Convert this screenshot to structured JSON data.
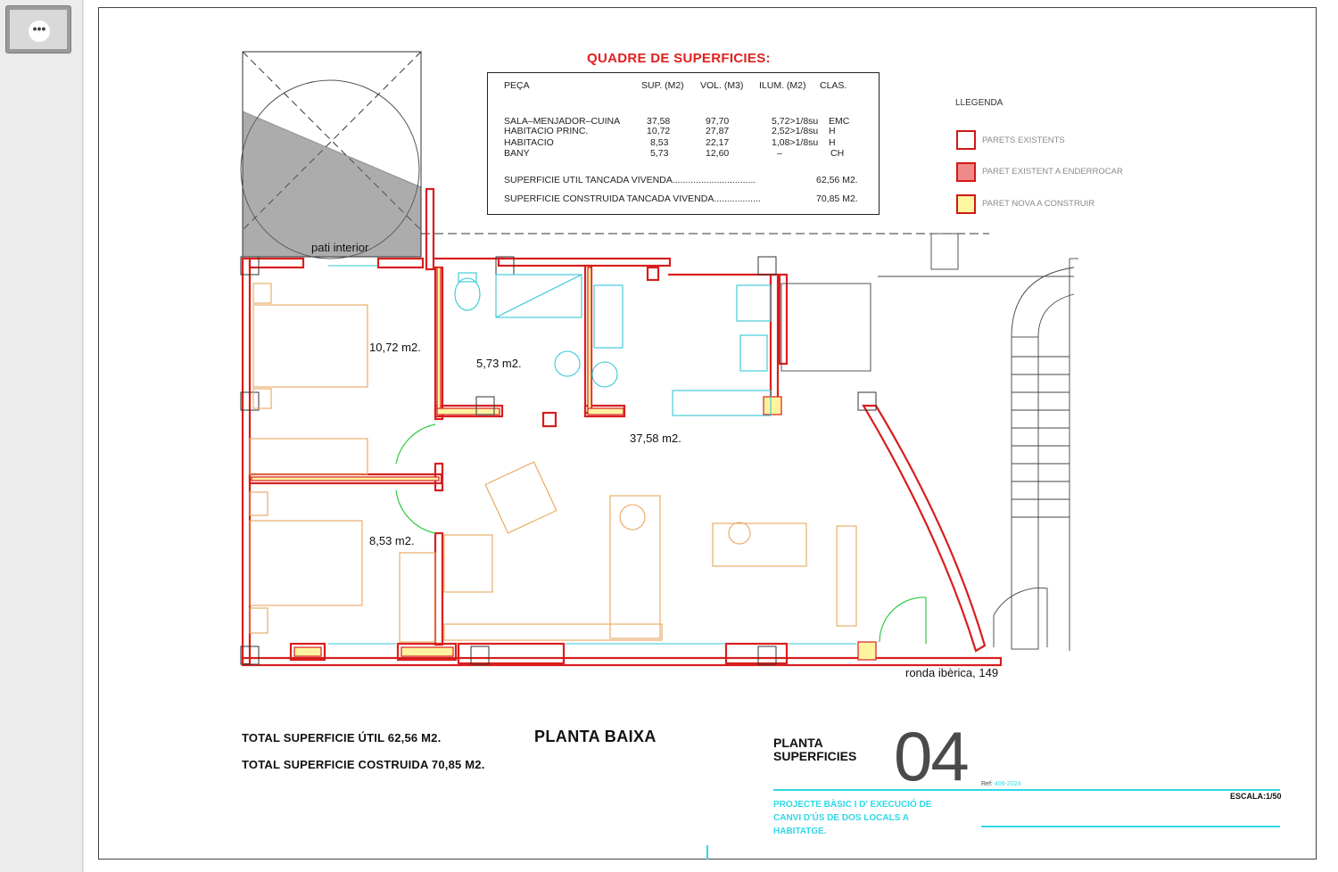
{
  "viewer": {
    "thumbnail_label": "page-1-thumbnail",
    "more_glyph": "•••"
  },
  "quadre": {
    "title": "QUADRE DE SUPERFICIES:",
    "headers": [
      "PEÇA",
      "SUP. (M2)",
      "VOL. (M3)",
      "ILUM. (M2)",
      "CLAS."
    ],
    "rows": [
      {
        "peca": "SALA–MENJADOR–CUINA",
        "sup": "37,58",
        "vol": "97,70",
        "ilum": "5,72>1/8su",
        "clas": "EMC"
      },
      {
        "peca": "HABITACIO PRINC.",
        "sup": "10,72",
        "vol": "27,87",
        "ilum": "2,52>1/8su",
        "clas": "H"
      },
      {
        "peca": "HABITACIO",
        "sup": "8,53",
        "vol": "22,17",
        "ilum": "1,08>1/8su",
        "clas": "H"
      },
      {
        "peca": "BANY",
        "sup": "5,73",
        "vol": "12,60",
        "ilum": "–",
        "clas": "CH"
      }
    ],
    "util_label": "SUPERFICIE UTIL TANCADA VIVENDA................................",
    "util_value": "62,56 M2.",
    "const_label": "SUPERFICIE CONSTRUIDA TANCADA VIVENDA..................",
    "const_value": "70,85 M2."
  },
  "legend": {
    "title": "LLEGENDA",
    "items": [
      {
        "label": "PARETS EXISTENTS",
        "color": "#ffffff"
      },
      {
        "label": "PARET EXISTENT A ENDERROCAR",
        "color": "#f08a8a"
      },
      {
        "label": "PARET NOVA A  CONSTRUIR",
        "color": "#fff6a0"
      }
    ]
  },
  "plan": {
    "pati": "pati interior",
    "rooms": [
      "10,72 m2.",
      "5,73 m2.",
      "37,58 m2.",
      "8,53 m2."
    ],
    "address": "ronda ibèrica, 149"
  },
  "footer": {
    "total_util": "TOTAL SUPERFICIE ÚTIL 62,56 M2.",
    "total_construida": "TOTAL SUPERFICIE COSTRUIDA 70,85 M2.",
    "planta_name": "PLANTA BAIXA",
    "sheet_title": "PLANTA SUPERFICIES",
    "sheet_number": "04",
    "ref_label": "Ref:",
    "ref_value": "406-2024",
    "scale": "ESCALA:1/50",
    "project": "PROJECTE BÀSIC I D' EXECUCIÓ DE CANVI D'ÚS DE DOS LOCALS A HABITATGE."
  },
  "colors": {
    "wall_existing": "#d81e1e",
    "wall_new": "#fff3a0",
    "furniture": "#e8a65c",
    "fixtures": "#34c7d6",
    "doors": "#2ecc40"
  }
}
